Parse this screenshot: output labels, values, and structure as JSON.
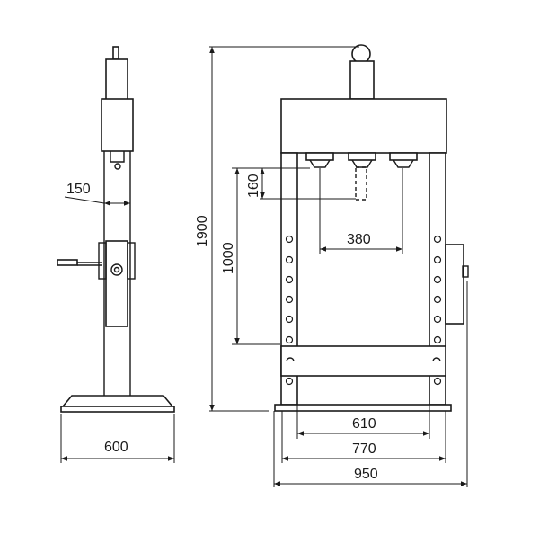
{
  "dimensions": {
    "side_width": "600",
    "cylinder_offset": "150",
    "overall_height": "1900",
    "stroke": "160",
    "working_height": "1000",
    "cylinder_spacing": "380",
    "inner_width": "610",
    "column_width": "770",
    "overall_width": "950"
  }
}
